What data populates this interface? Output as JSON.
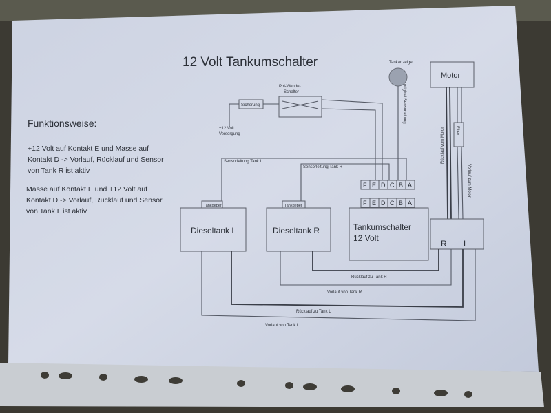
{
  "title": "12 Volt Tankumschalter",
  "description": {
    "heading": "Funktionsweise:",
    "para1": [
      "+12 Volt auf Kontakt E und Masse auf",
      "Kontakt D -> Vorlauf, Rücklauf und Sensor",
      "von Tank R ist aktiv"
    ],
    "para2": [
      "Masse auf Kontakt E und +12 Volt auf",
      "Kontakt D -> Vorlauf, Rücklauf und Sensor",
      "von Tank L ist aktiv"
    ]
  },
  "components": {
    "fuse": "Sicherung",
    "supply": [
      "+12 Volt",
      "Versorgung"
    ],
    "switch": [
      "Pol-Wende-",
      "Schalter"
    ],
    "gauge": "Tankanzeige",
    "orig_sensor": "original Sensorleitung",
    "motor": "Motor",
    "filter": "Filter",
    "return_motor": "Rücklauf vom Motor",
    "feed_motor": "Vorlauf zum Motor",
    "sensor_l": "Sensorleitung Tank L",
    "sensor_r": "Sensorleitung Tank R",
    "contacts": [
      "F",
      "E",
      "D",
      "C",
      "B",
      "A"
    ],
    "tank_l": "Dieseltank L",
    "tank_r": "Dieseltank R",
    "sender": "Tankgeber",
    "switcher": [
      "Tankumschalter",
      "12 Volt"
    ],
    "port_r": "R",
    "port_l": "L"
  },
  "lines": {
    "return_r": "Rücklauf zu Tank R",
    "feed_r": "Vorlauf von Tank R",
    "return_l": "Rücklauf zu Tank L",
    "feed_l": "Vorlauf von Tank L"
  }
}
